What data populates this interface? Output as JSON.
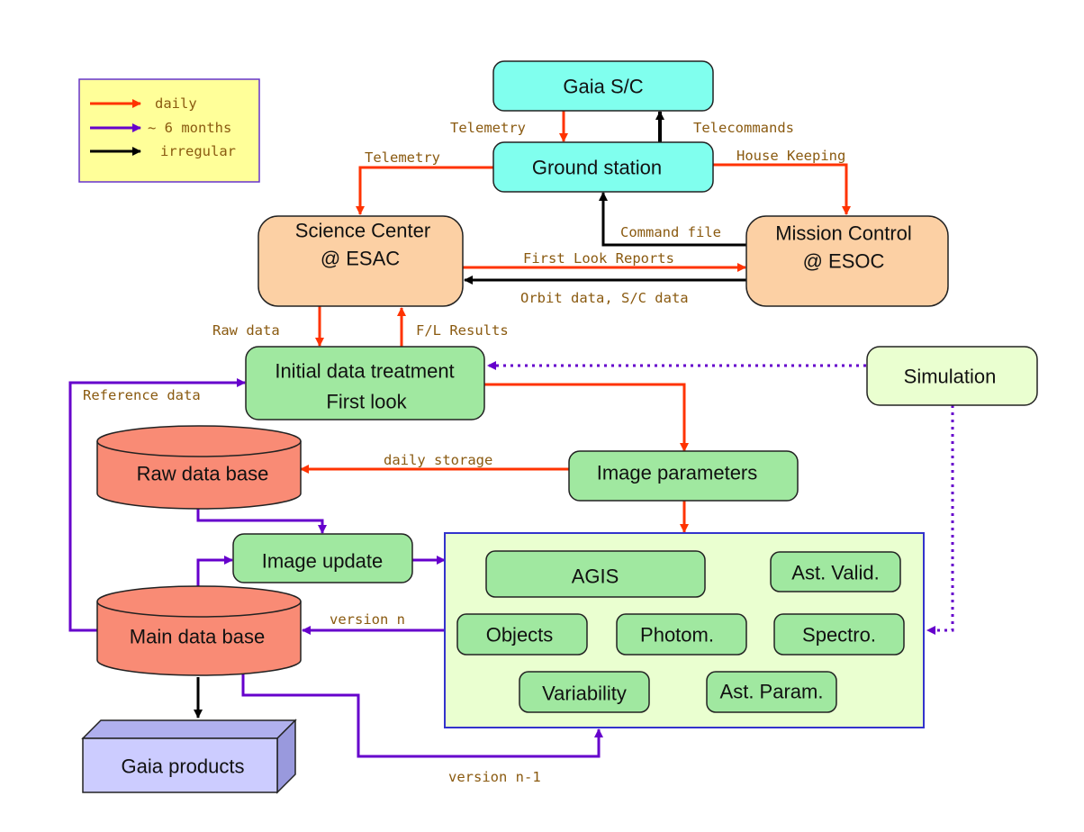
{
  "legend": {
    "daily": "daily",
    "six_months": "~ 6 months",
    "irregular": "irregular"
  },
  "colors": {
    "red": "#ff3300",
    "purple": "#6600cc",
    "black": "#000000",
    "cyan": "#80ffee",
    "peach": "#fcd0a4",
    "green": "#a0e8a0",
    "salmon": "#f98b75",
    "light_green": "#eaffd0",
    "lavender": "#ccccff",
    "legend_bg": "#ffff99"
  },
  "nodes": {
    "gaia_sc": "Gaia S/C",
    "ground_station": "Ground station",
    "science_center_line1": "Science Center",
    "science_center_line2": "@ ESAC",
    "mission_control_line1": "Mission Control",
    "mission_control_line2": "@ ESOC",
    "initial_treatment_line1": "Initial data treatment",
    "initial_treatment_line2": "First look",
    "simulation": "Simulation",
    "raw_db": "Raw data base",
    "image_parameters": "Image parameters",
    "image_update": "Image update",
    "main_db": "Main data base",
    "gaia_products": "Gaia products",
    "agis": "AGIS",
    "ast_valid": "Ast. Valid.",
    "objects": "Objects",
    "photom": "Photom.",
    "spectro": "Spectro.",
    "variability": "Variability",
    "ast_param": "Ast. Param."
  },
  "edges": {
    "telemetry_sc": "Telemetry",
    "telecommands": "Telecommands",
    "telemetry_gs": "Telemetry",
    "house_keeping": "House Keeping",
    "command_file": "Command file",
    "first_look_reports": "First Look Reports",
    "orbit_data": "Orbit data, S/C data",
    "raw_data": "Raw data",
    "fl_results": "F/L Results",
    "reference_data": "Reference data",
    "daily_storage": "daily storage",
    "version_n": "version n",
    "version_n1": "version n-1"
  }
}
